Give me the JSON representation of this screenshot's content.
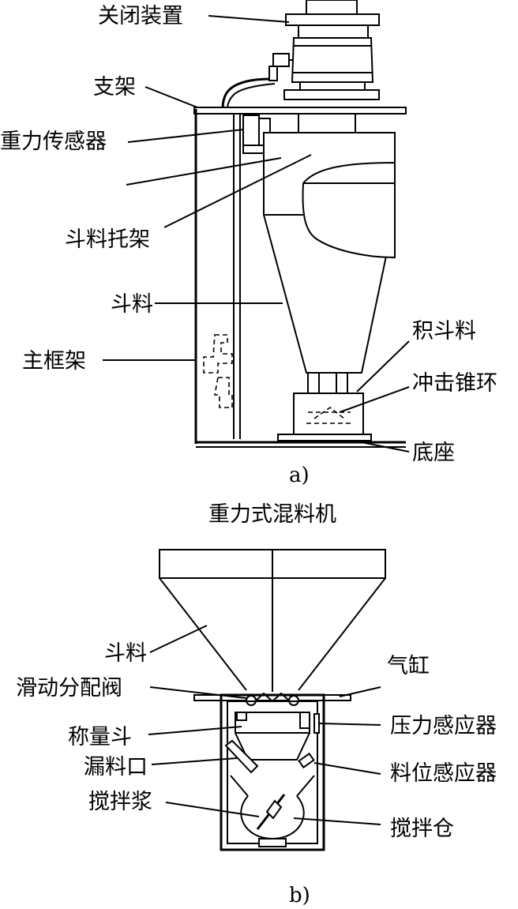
{
  "figure_a": {
    "caption": "a)",
    "title": "重力式混料机",
    "labels": {
      "shutoff_device": "关闭装置",
      "bracket": "支架",
      "gravity_sensor": "重力传感器",
      "hopper_bracket": "斗料托架",
      "hopper": "斗料",
      "main_frame": "主框架",
      "accumulated_material": "积斗料",
      "impact_cone_ring": "冲击锥环",
      "base": "底座"
    }
  },
  "figure_b": {
    "caption": "b)",
    "labels": {
      "hopper": "斗料",
      "slide_valve": "滑动分配阀",
      "cylinder": "气缸",
      "weigh_hopper": "称量斗",
      "pressure_sensor": "压力感应器",
      "discharge_port": "漏料口",
      "level_sensor": "料位感应器",
      "agitator": "搅拌浆",
      "mixing_chamber": "搅拌仓"
    }
  }
}
